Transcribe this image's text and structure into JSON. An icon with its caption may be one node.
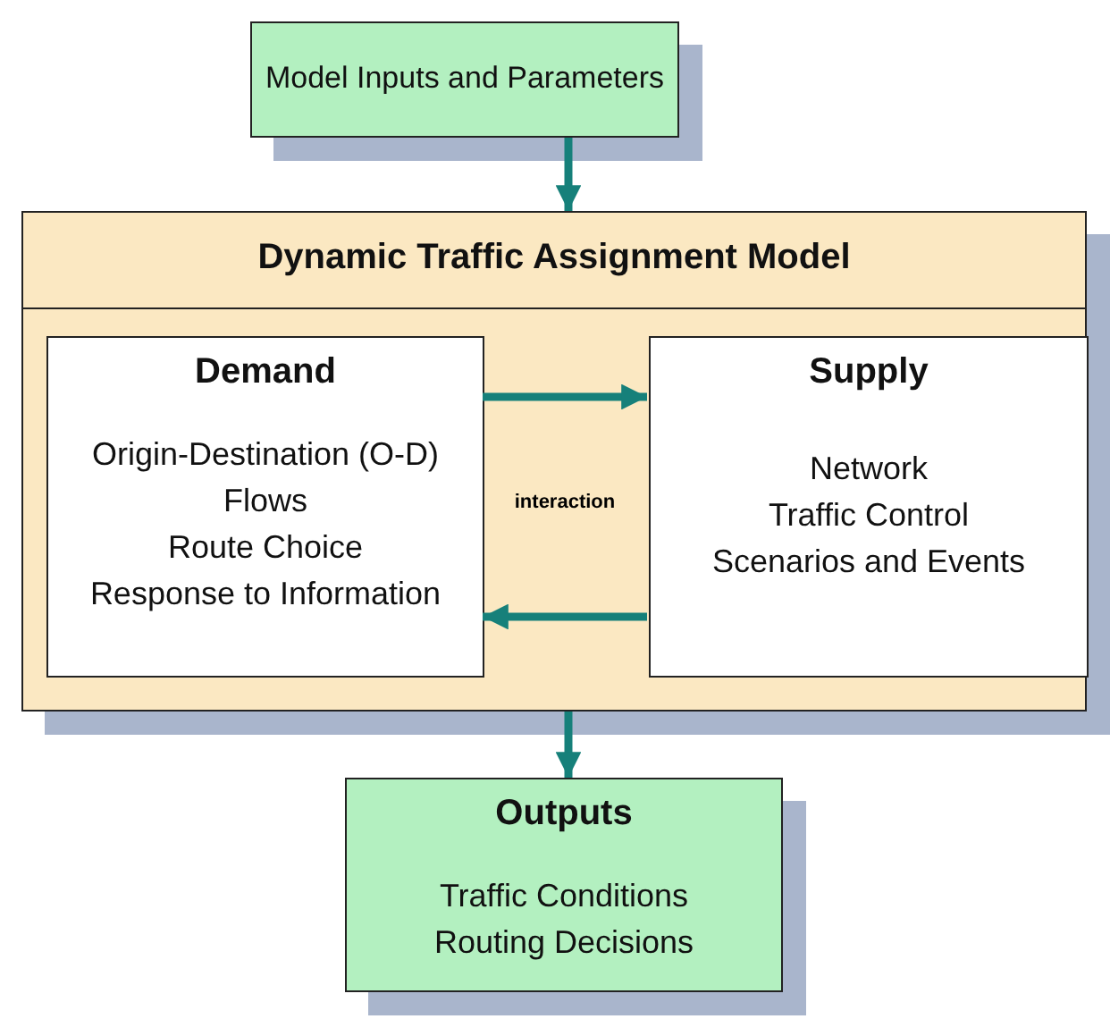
{
  "diagram": {
    "nodes": [
      {
        "text": [
          "Model Inputs and Parameters"
        ]
      },
      {
        "text": [
          "Dynamic Traffic Assignment Model"
        ]
      },
      {
        "text": [
          "Demand",
          "Origin-Destination (O-D) Flows",
          "Route Choice",
          "Response to Information"
        ],
        "in": 1
      },
      {
        "text": [
          "Supply",
          "Network",
          "Traffic Control",
          "Scenarios and Events"
        ],
        "in": 1
      },
      {
        "text": [
          "Outputs",
          "Traffic Conditions",
          "Routing Decisions"
        ]
      }
    ],
    "edges": [
      {
        "from": 0,
        "to": 1,
        "arrow": "to"
      },
      {
        "from": 2,
        "to": 3,
        "arrow": "to"
      },
      {
        "from": 3,
        "to": 2,
        "arrow": "to"
      },
      {
        "from": 1,
        "to": 4,
        "arrow": "to"
      }
    ],
    "labels": [
      "interaction"
    ]
  }
}
